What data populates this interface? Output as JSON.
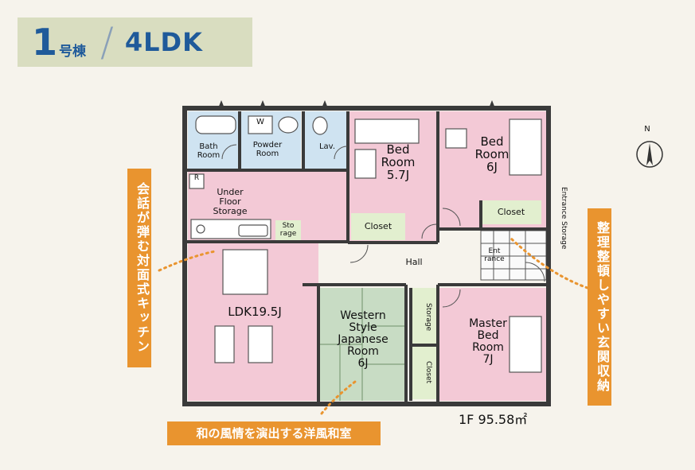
{
  "header": {
    "building_number": "1",
    "building_suffix": "号棟",
    "layout_type": "4LDK"
  },
  "rooms": {
    "bath": "Bath\nRoom",
    "powder": "Powder\nRoom",
    "powder_w": "W",
    "lav": "Lav.",
    "bed1": "Bed\nRoom\n5.7J",
    "bed2": "Bed\nRoom\n6J",
    "under_floor": "Under\nFloor\nStorage",
    "under_floor_r": "R",
    "storage_small": "Sto\nrage",
    "closet1": "Closet",
    "closet2": "Closet",
    "hall": "Hall",
    "entrance": "Ent\nrance",
    "entrance_storage": "Entrance Storage",
    "ldk": "LDK19.5J",
    "western": "Western\nStyle\nJapanese\nRoom\n6J",
    "storage_v": "Storage",
    "closet_v": "Closet",
    "master": "Master\nBed\nRoom\n7J"
  },
  "floor_area": "1F 95.58㎡",
  "callouts": {
    "left": "会話が弾む対面式キッチン",
    "right": "整理整頓しやすい玄関収納",
    "bottom": "和の風情を演出する洋風和室"
  },
  "compass_label": "N",
  "colors": {
    "pink": "#f3c9d6",
    "blue": "#cfe3f1",
    "green": "#d9e8cf",
    "tatami": "#c8dcc4",
    "wall": "#3a3a3a",
    "orange": "#e9942f",
    "badge": "#d9ddc0",
    "brand_blue": "#1f5a9a"
  }
}
